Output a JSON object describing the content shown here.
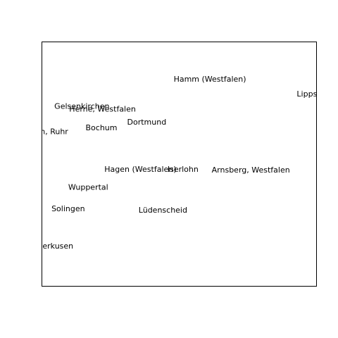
{
  "chart_data": {
    "type": "scatter",
    "title": "",
    "xlabel": "",
    "ylabel": "",
    "grid": false,
    "legend": "none",
    "axes_drawn": false,
    "xlim": [
      0,
      100
    ],
    "ylim": [
      0,
      100
    ],
    "points": [
      {
        "label": "Hamm (Westfalen)",
        "x": 61.3,
        "y": 84.4
      },
      {
        "label": "Lippstadt",
        "x": 99.5,
        "y": 78.4
      },
      {
        "label": "Gelsenkirchen",
        "x": 14.7,
        "y": 73.4
      },
      {
        "label": "Herne, Westfalen",
        "x": 22.2,
        "y": 72.2
      },
      {
        "label": "Dortmund",
        "x": 38.3,
        "y": 66.9
      },
      {
        "label": "Bochum",
        "x": 21.8,
        "y": 64.6
      },
      {
        "label": "Essen, Ruhr",
        "x": 1.4,
        "y": 62.9
      },
      {
        "label": "Hagen (Westfalen)",
        "x": 36.0,
        "y": 47.6
      },
      {
        "label": "Iserlohn",
        "x": 51.5,
        "y": 47.6
      },
      {
        "label": "Arnsberg, Westfalen",
        "x": 76.2,
        "y": 47.3
      },
      {
        "label": "Wuppertal",
        "x": 17.0,
        "y": 40.2
      },
      {
        "label": "Solingen",
        "x": 9.7,
        "y": 31.4
      },
      {
        "label": "Lüdenscheid",
        "x": 44.2,
        "y": 30.8
      },
      {
        "label": "Leverkusen",
        "x": 3.5,
        "y": 16.1
      }
    ]
  }
}
